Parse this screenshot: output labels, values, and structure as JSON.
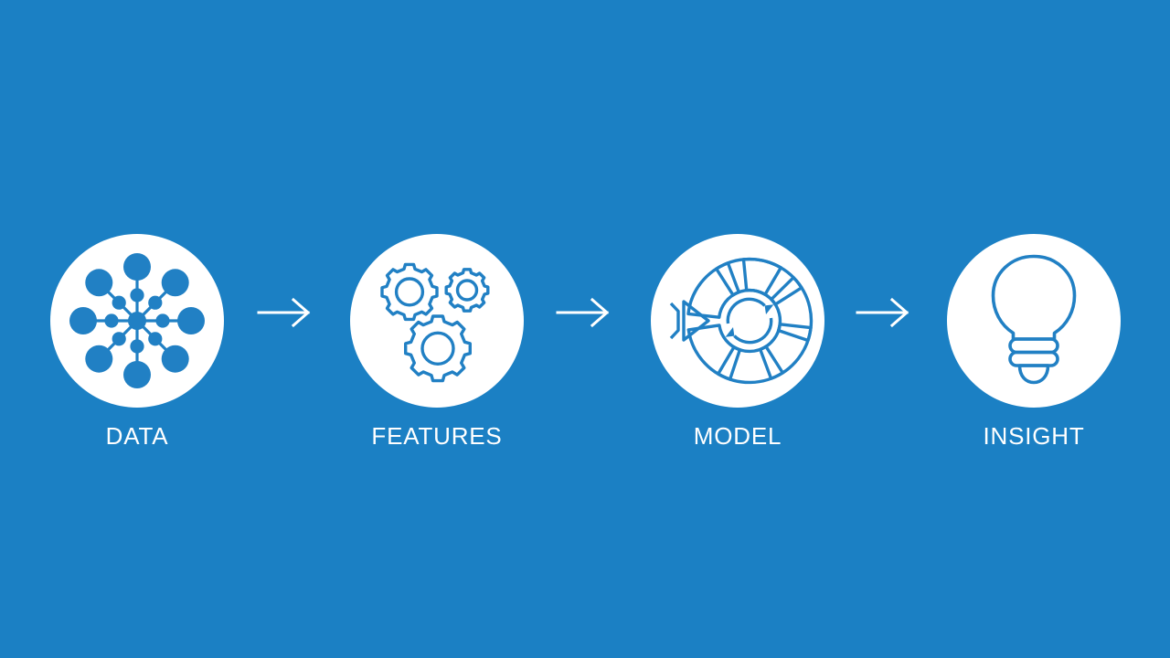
{
  "slide": {
    "background_color": "#1b80c4",
    "icon_color": "#2180c4",
    "disc_color": "#ffffff",
    "label_color": "#ffffff"
  },
  "pipeline": {
    "stages": [
      {
        "label": "DATA",
        "icon": "network-nodes-icon"
      },
      {
        "label": "FEATURES",
        "icon": "gears-icon"
      },
      {
        "label": "MODEL",
        "icon": "segmented-wheel-refresh-icon"
      },
      {
        "label": "INSIGHT",
        "icon": "lightbulb-icon"
      }
    ],
    "connectors": [
      {
        "icon": "arrow-right-icon"
      },
      {
        "icon": "arrow-right-icon"
      },
      {
        "icon": "arrow-right-icon"
      }
    ]
  }
}
